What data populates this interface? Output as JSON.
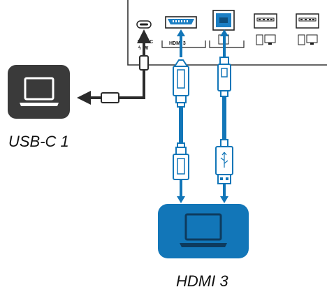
{
  "panel": {
    "ports": [
      {
        "id": "usbc",
        "label": "USB-C",
        "sublabel": "ϟ  W"
      },
      {
        "id": "hdmi3",
        "label": "HDMI 3"
      },
      {
        "id": "usbb",
        "label": ""
      },
      {
        "id": "usba1",
        "label": ""
      },
      {
        "id": "usba2",
        "label": ""
      }
    ]
  },
  "devices": {
    "usbc_laptop": {
      "caption": "USB-C 1"
    },
    "hdmi_laptop": {
      "caption": "HDMI 3"
    }
  },
  "colors": {
    "cable_black": "#2b2b2b",
    "cable_blue": "#1276b8",
    "laptop_dark": "#3a3a3a",
    "laptop_blue": "#1276b8",
    "port_blue": "#1c7fc4",
    "panel_border": "#333333"
  }
}
